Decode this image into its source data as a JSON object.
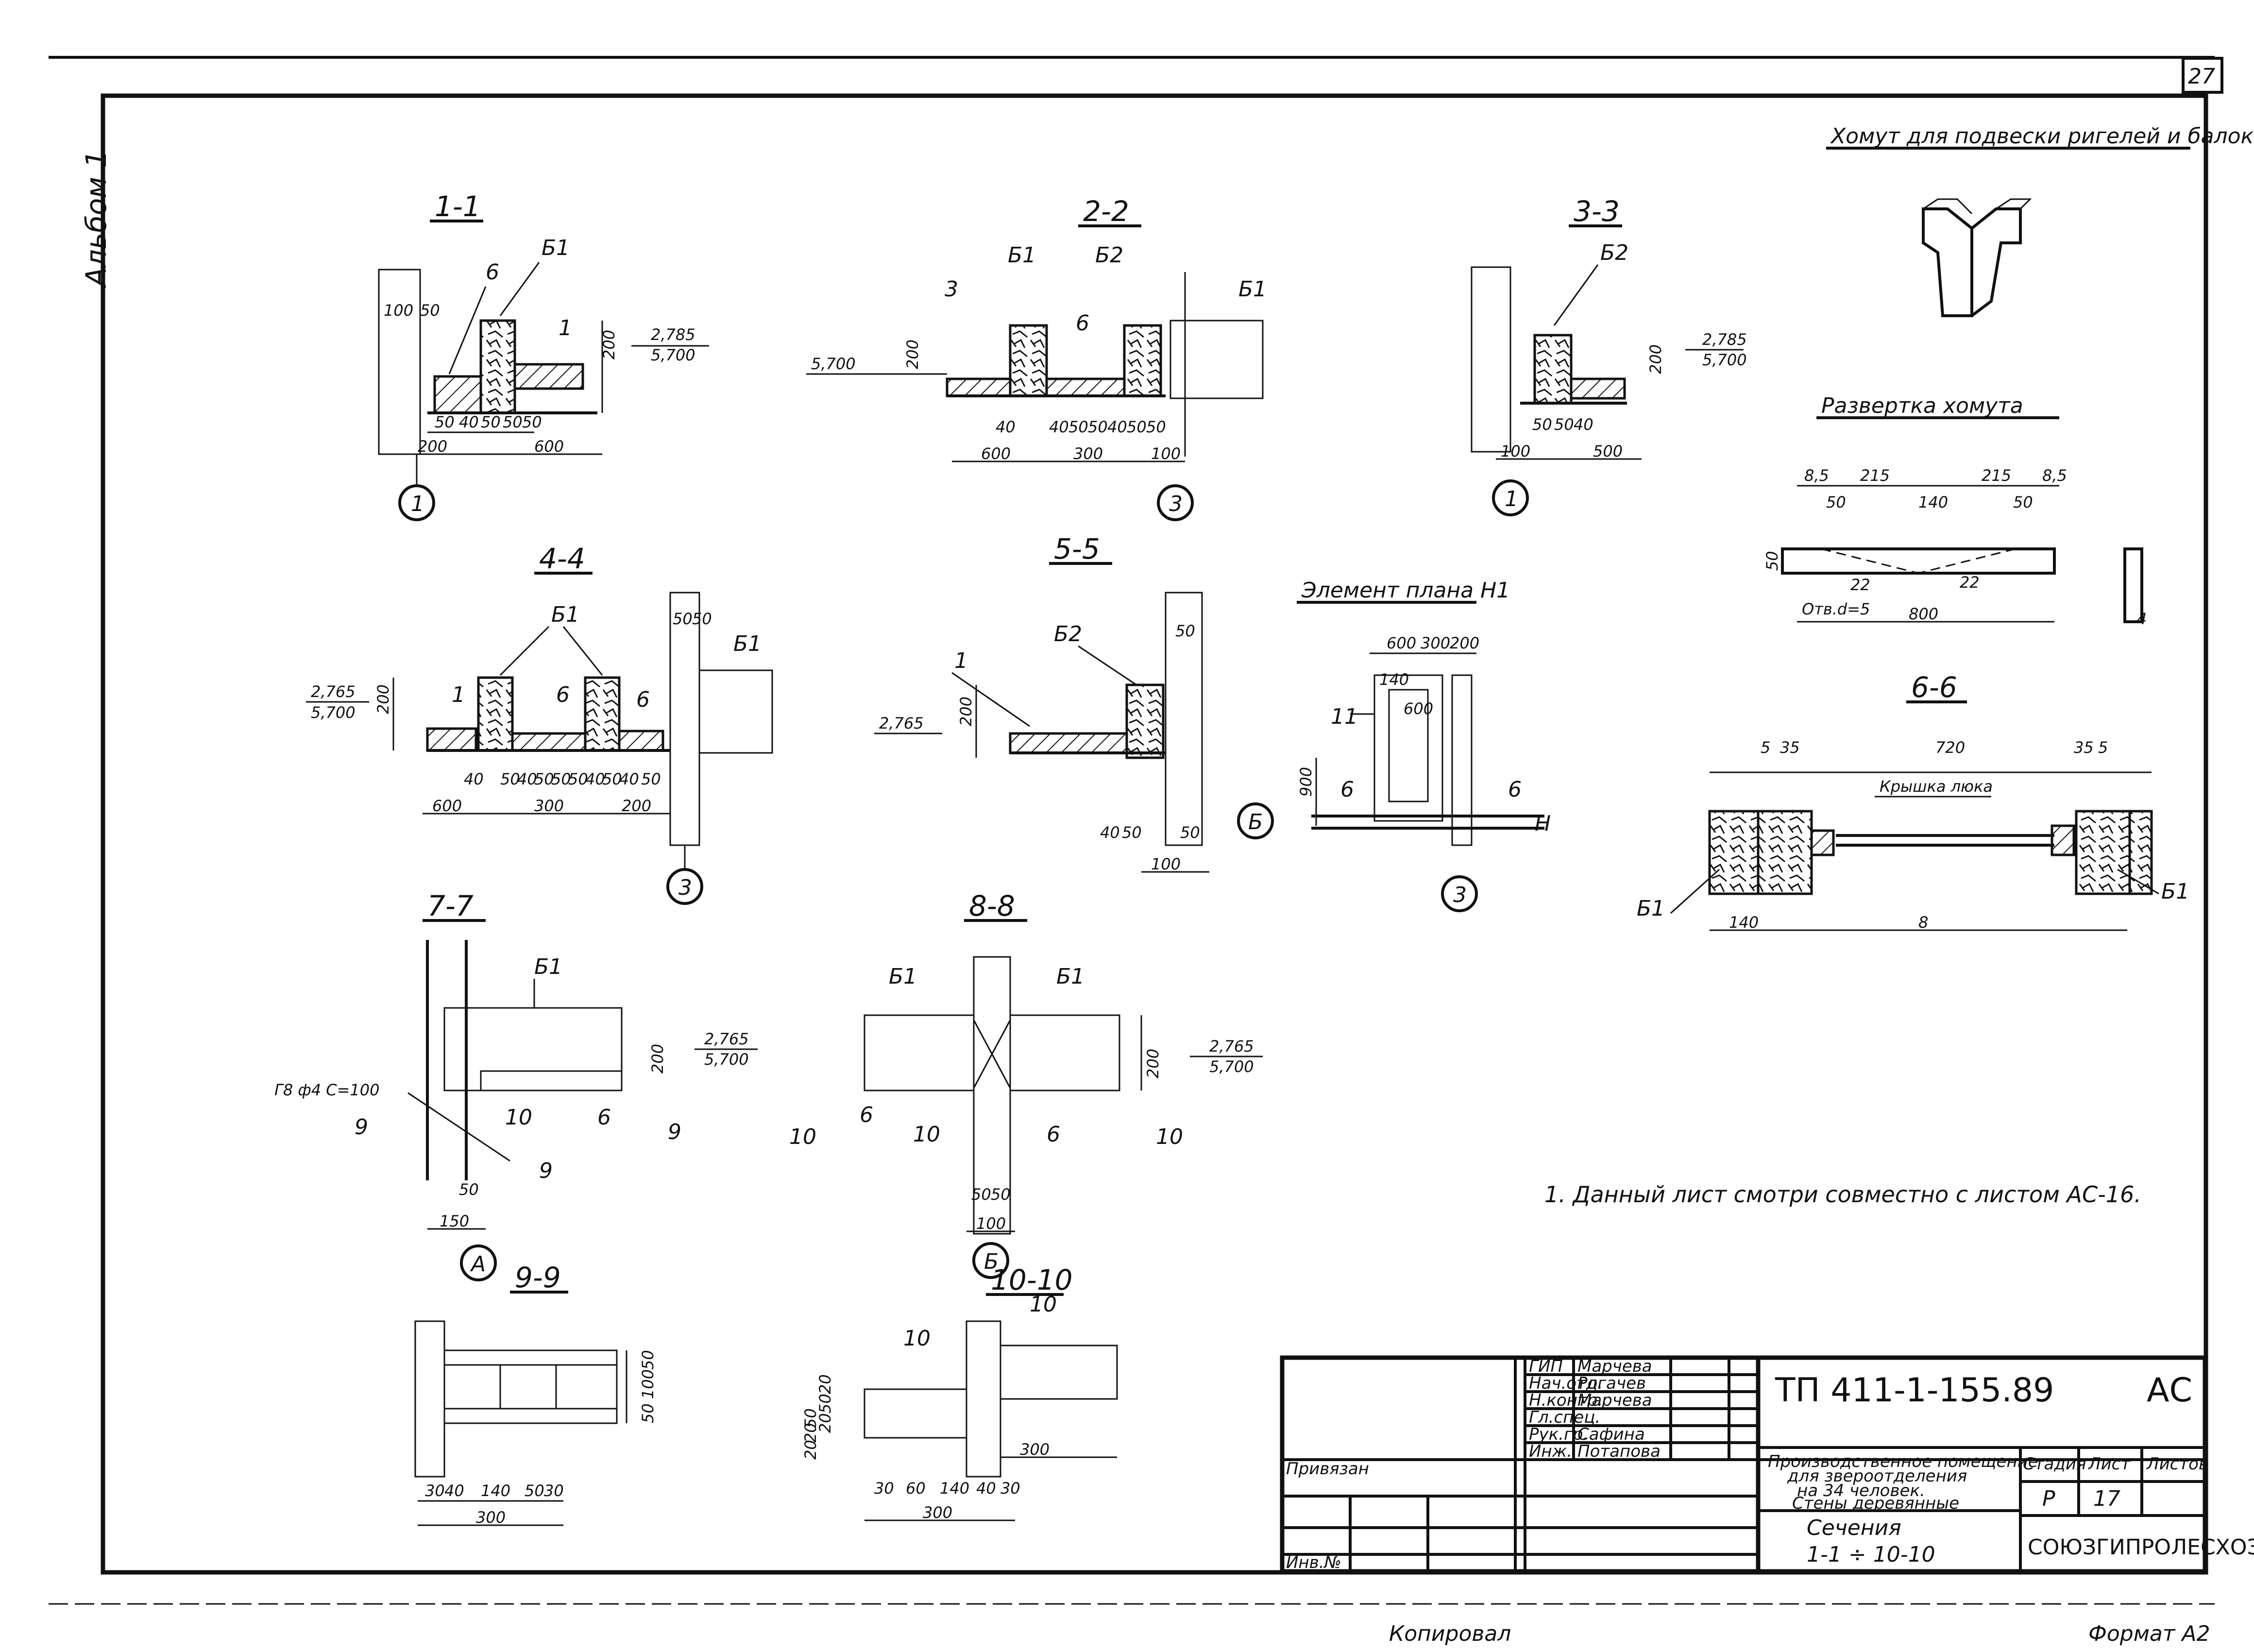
{
  "sheet": {
    "sheet_number": "27",
    "album_label": "Альбом 1",
    "format_label": "Формат А2",
    "copied_label": "Копировал"
  },
  "sections": {
    "s1": {
      "title": "1-1",
      "b1": "Б1",
      "six": "6",
      "one": "1",
      "el1": "2,785",
      "el2": "5,700",
      "h200": "200",
      "d100": "100",
      "d50": "50",
      "bot": [
        "50",
        "40",
        "50",
        "50",
        "50"
      ],
      "w200": "200",
      "w600": "600",
      "axis": "1"
    },
    "s2": {
      "title": "2-2",
      "three": "3",
      "b1a": "Б1",
      "b2": "Б2",
      "six": "6",
      "b1b": "Б1",
      "el": "5,700",
      "h200": "200",
      "bot": [
        "40",
        "40",
        "50",
        "50",
        "40",
        "50",
        "50"
      ],
      "w600": "600",
      "w300": "300",
      "w100": "100",
      "axis": "3"
    },
    "s3": {
      "title": "3-3",
      "b2": "Б2",
      "el1": "2,785",
      "el2": "5,700",
      "h200": "200",
      "bot": [
        "50",
        "50",
        "40"
      ],
      "w100": "100",
      "w500": "500",
      "axis": "1"
    },
    "s4": {
      "title": "4-4",
      "b1a": "Б1",
      "b1b": "Б1",
      "one": "1",
      "six1": "6",
      "six2": "6",
      "el1": "2,765",
      "el2": "5,700",
      "h200": "200",
      "top": [
        "50",
        "50"
      ],
      "bot": [
        "40",
        "50",
        "40",
        "50",
        "50",
        "50",
        "40",
        "50",
        "40",
        "50"
      ],
      "w600": "600",
      "w300": "300",
      "w200": "200",
      "axis": "3"
    },
    "s5": {
      "title": "5-5",
      "one": "1",
      "b2": "Б2",
      "el": "2,765",
      "h200": "200",
      "top": "50",
      "bot": [
        "40",
        "50",
        "50"
      ],
      "w100": "100"
    },
    "plan": {
      "title": "Элемент плана Н1",
      "dims": [
        "600",
        "300",
        "200"
      ],
      "d140": "140",
      "d600": "600",
      "eleven": "11",
      "h900": "900",
      "cut": "6",
      "axis_b": "Б",
      "axis_h": "Н",
      "axis_3": "3"
    },
    "s6": {
      "title": "6-6",
      "cover": "Крышка люка",
      "b1a": "Б1",
      "b1b": "Б1",
      "top": [
        "5",
        "35",
        "720",
        "35",
        "5"
      ],
      "w140": "140",
      "w": "8"
    },
    "s7": {
      "title": "7-7",
      "b1": "Б1",
      "el1": "2,765",
      "el2": "5,700",
      "h200": "200",
      "rebar": "Г8 ф4 С=100",
      "nine_a": "9",
      "nine_b": "9",
      "nine_c": "9",
      "ten": "10",
      "six": "6",
      "d50": "50",
      "d150": "150",
      "axis": "А"
    },
    "s8": {
      "title": "8-8",
      "b1a": "Б1",
      "b1b": "Б1",
      "el1": "2,765",
      "el2": "5,700",
      "h200": "200",
      "six1": "6",
      "six2": "6",
      "ten1": "10",
      "ten2": "10",
      "ten3": "10",
      "bot": [
        "50",
        "50"
      ],
      "w100": "100",
      "axis": "Б"
    },
    "s9": {
      "title": "9-9",
      "right": [
        "50",
        "100",
        "50"
      ],
      "bot": [
        "30",
        "40",
        "140",
        "50",
        "30"
      ],
      "w300": "300"
    },
    "s10": {
      "title": "10-10",
      "ten1": "10",
      "ten2": "10",
      "left": [
        "20",
        "50",
        "20",
        "20",
        "50",
        "20"
      ],
      "bot": [
        "30",
        "60",
        "140",
        "40",
        "30"
      ],
      "w300a": "300",
      "w300b": "300"
    },
    "hanger": {
      "title": "Хомут для подвески ригелей и балок",
      "dev_title": "Развертка хомута",
      "top": [
        "8,5",
        "215",
        "215",
        "8,5"
      ],
      "mid": [
        "50",
        "140",
        "50"
      ],
      "side": "50",
      "d22a": "22",
      "d22b": "22",
      "hole": "Отв.d=5",
      "len": "800",
      "t": "4"
    }
  },
  "note": "1. Данный лист смотри совместно с листом АС-16.",
  "stamp": {
    "roles": [
      "ГИП",
      "Нач.отд.",
      "Н.контр.",
      "Гл.спец.",
      "Рук.гр.",
      "Инж."
    ],
    "names": [
      "Марчева",
      "Рогачев",
      "Марчева",
      "",
      "Сафина",
      "Потапова"
    ],
    "doc_code": "ТП 411-1-155.89",
    "mark": "АС",
    "description": [
      "Производственное помещение",
      "для звероотделения",
      "на 34 человек.",
      "Стены деревянные"
    ],
    "sheet_title": [
      "Сечения",
      "1-1 ÷ 10-10"
    ],
    "stage_hdr": "Стадия",
    "sheet_hdr": "Лист",
    "sheets_hdr": "Листов",
    "stage": "Р",
    "sheet": "17",
    "org": "СОЮЗГИПРОЛЕСХОЗ",
    "bound": "Привязан",
    "inv": "Инв.№"
  }
}
